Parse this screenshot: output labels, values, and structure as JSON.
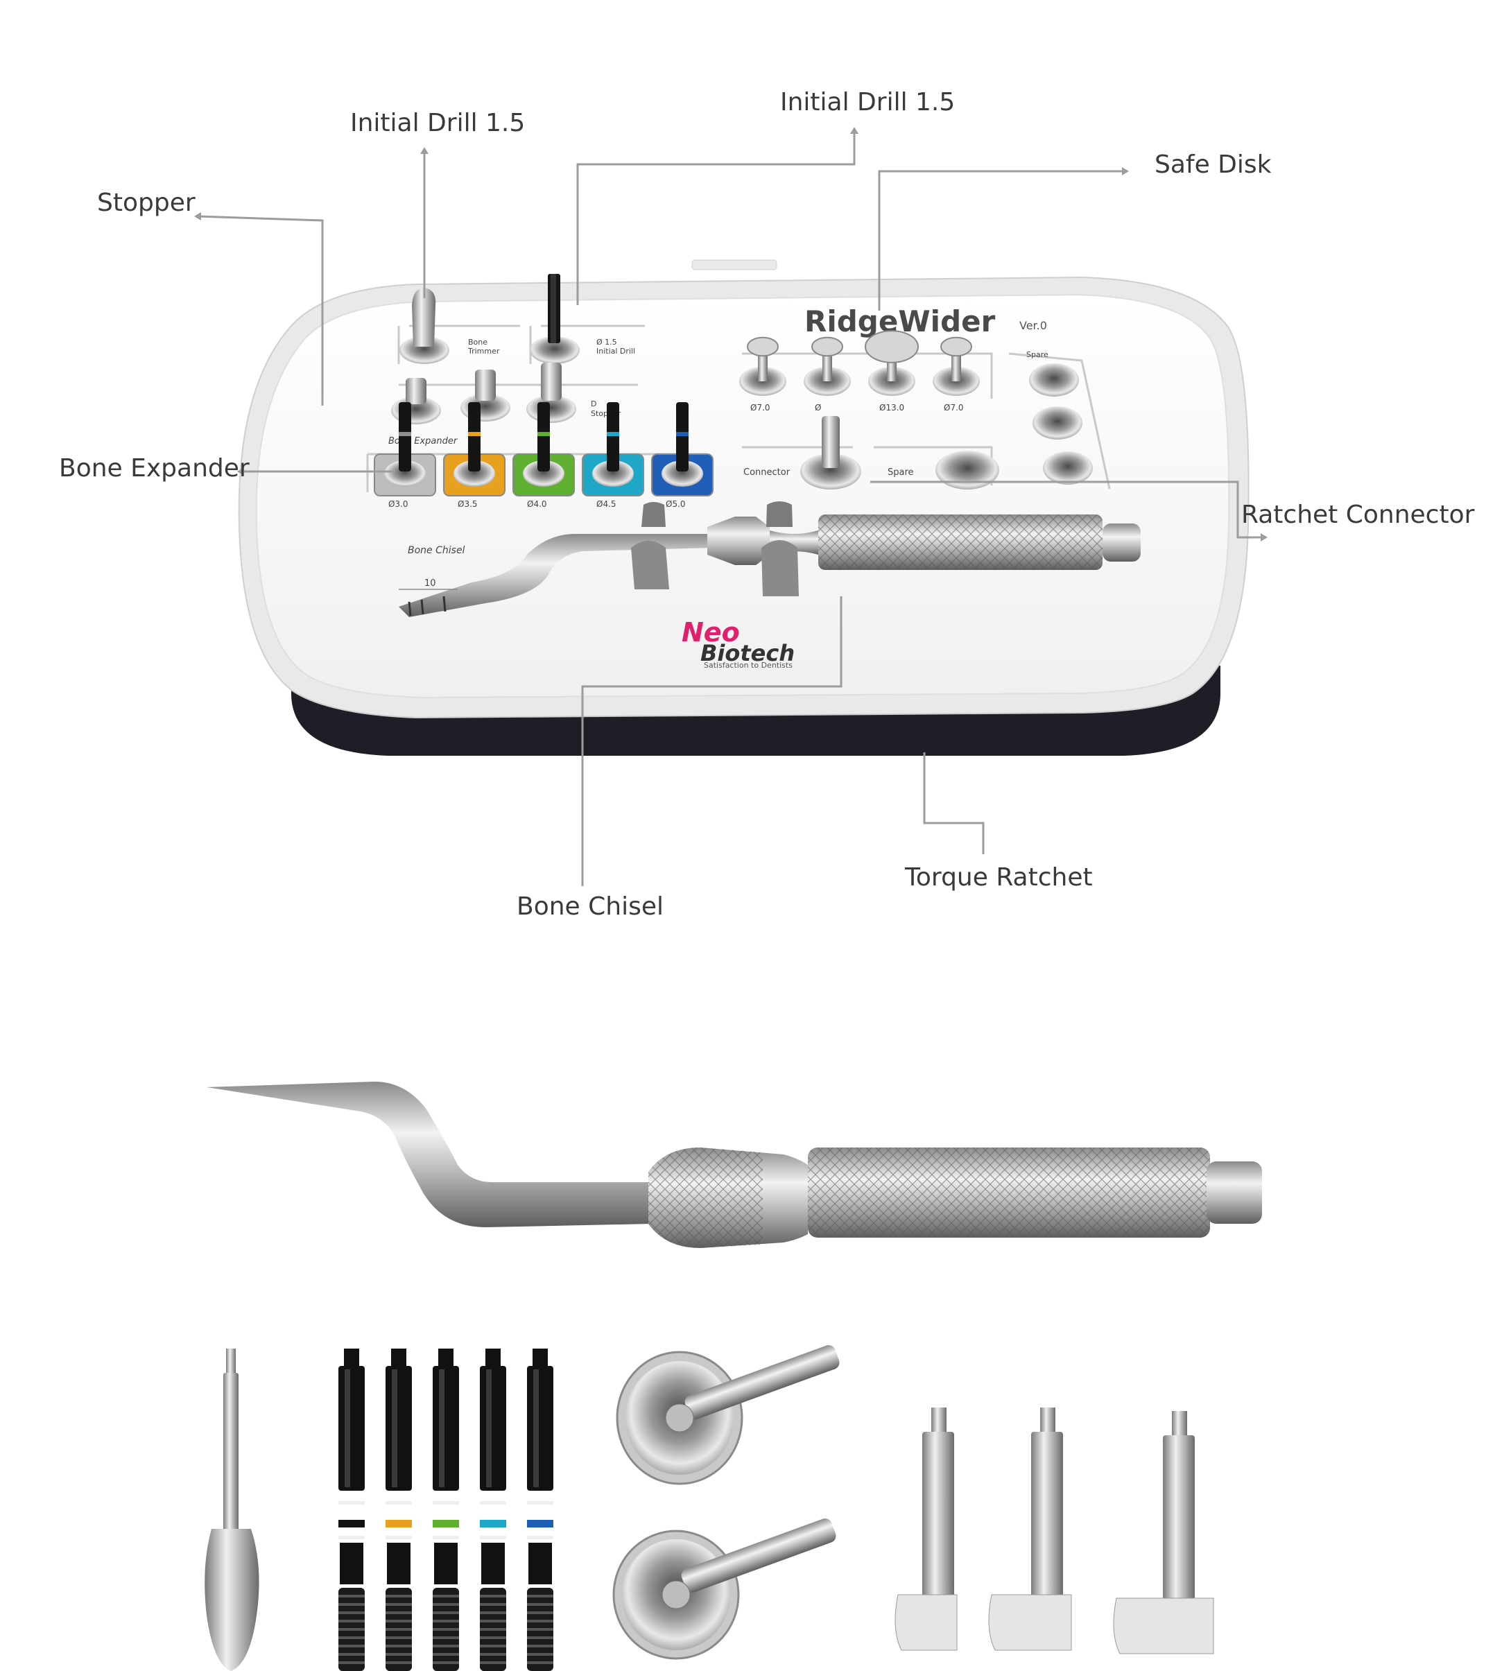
{
  "callouts": {
    "initial_drill_left": "Initial Drill 1.5",
    "initial_drill_right": "Initial Drill 1.5",
    "safe_disk": "Safe Disk",
    "stopper": "Stopper",
    "bone_expander": "Bone Expander",
    "ratchet_connector": "Ratchet Connector",
    "torque_ratchet": "Torque Ratchet",
    "bone_chisel": "Bone Chisel"
  },
  "kit": {
    "brand_title": "RidgeWider",
    "version": "Ver.0",
    "bone_trimmer": "Bone\nTrimmer",
    "initial_drill_size": "Ø 1.5",
    "initial_drill_text": "Initial Drill",
    "stopper_label": "D\nStopper",
    "expander_label": "Bone Expander",
    "expander_sizes": [
      "Ø3.0",
      "Ø3.5",
      "Ø4.0",
      "Ø4.5",
      "Ø5.0"
    ],
    "expander_colors": [
      "#8e8e8e",
      "#e7a11f",
      "#5fb030",
      "#1fa7c7",
      "#1f5fb8"
    ],
    "disk_sizes": [
      "Ø7.0",
      "Ø",
      "Ø13.0",
      "Ø7.0"
    ],
    "spare_top": "Spare",
    "spare_mid": "Spare",
    "connector": "Connector",
    "bone_chisel": "Bone Chisel",
    "scale_mark": "10",
    "logo_top": "Neo",
    "logo_bottom": "Biotech",
    "tagline": "Satisfaction to Dentists"
  },
  "colors": {
    "brand_pink": "#e0206c",
    "line": "#9c9c9c",
    "tray_base": "#1e1e26"
  }
}
